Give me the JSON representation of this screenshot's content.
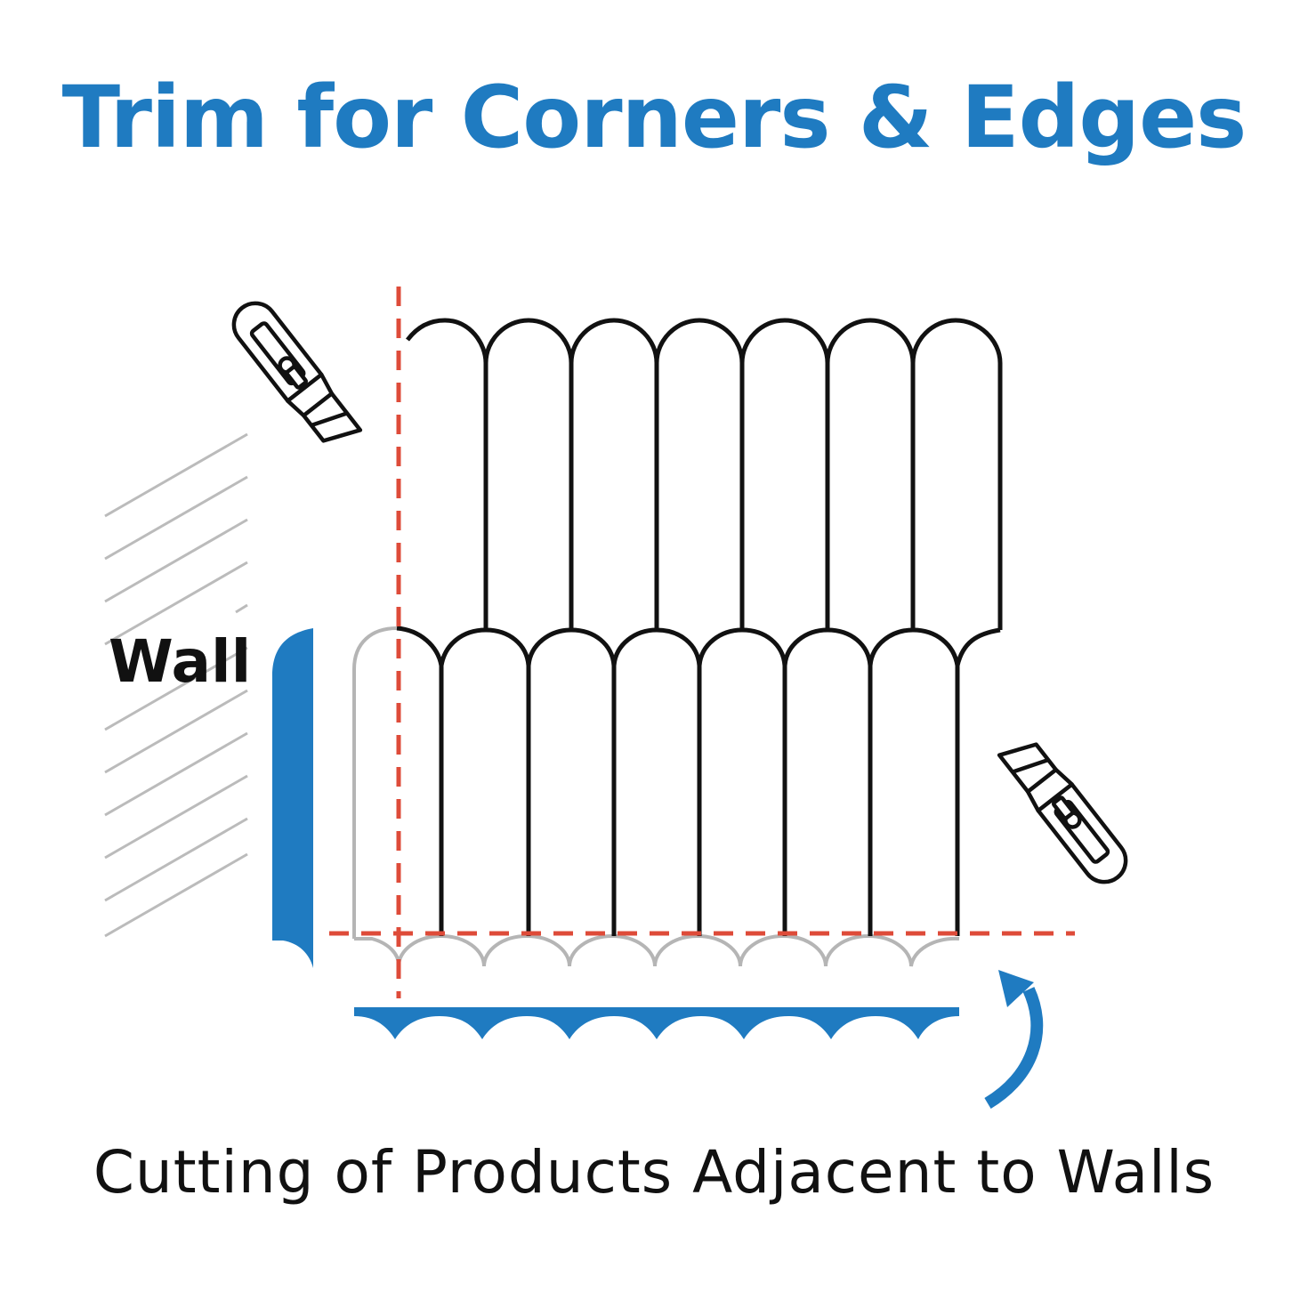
{
  "title": "Trim for Corners & Edges",
  "caption": "Cutting of Products Adjacent to Walls",
  "wall_label": "Wall",
  "colors": {
    "title": "#1f7bc1",
    "trim_blue": "#1f7bc1",
    "cut_line": "#de4b39",
    "tile_stroke": "#111111",
    "hatch": "#bbbbbb",
    "text": "#111111"
  },
  "icons": {
    "top_cutter": "utility-knife-icon",
    "bottom_cutter": "utility-knife-icon",
    "arrow": "curved-arrow-icon"
  }
}
